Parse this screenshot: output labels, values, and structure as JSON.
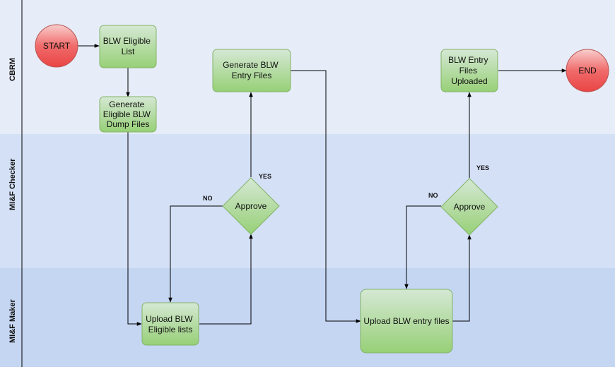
{
  "lanes": [
    {
      "id": "cbrm",
      "label": "CBRM",
      "color": "#e6ecf8"
    },
    {
      "id": "checker",
      "label": "MI&F Checker",
      "color": "#d4e0f6"
    },
    {
      "id": "maker",
      "label": "MI&F Maker",
      "color": "#c5d6f3"
    }
  ],
  "nodes": {
    "start": "START",
    "blw_eligible_list": [
      "BLW Eligible",
      "List"
    ],
    "generate_dump": [
      "Generate",
      "Eligible BLW",
      "Dump Files"
    ],
    "generate_entry": [
      "Generate BLW",
      "Entry Files"
    ],
    "entry_uploaded": [
      "BLW Entry",
      "Files",
      "Uploaded"
    ],
    "end": "END",
    "approve_1": "Approve",
    "approve_2": "Approve",
    "upload_eligible": [
      "Upload BLW",
      "Eligible lists"
    ],
    "upload_entry": "Upload BLW entry files"
  },
  "edge_labels": {
    "yes_1": "YES",
    "no_1": "NO",
    "yes_2": "YES",
    "no_2": "NO"
  },
  "colors": {
    "process_fill": "#a8d98a",
    "process_stroke": "#82b366",
    "terminal_fill": "#ee5555",
    "terminal_stroke": "#b85450",
    "line": "#000000",
    "lane_border": "#000000"
  }
}
